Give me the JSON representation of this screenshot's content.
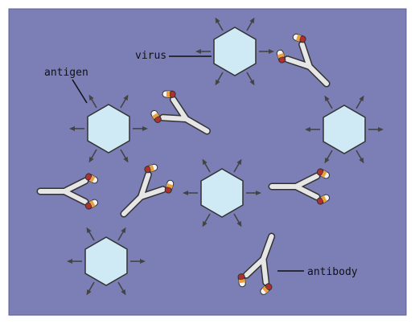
{
  "labels": {
    "virus": "virus",
    "antigen": "antigen",
    "antibody": "antibody"
  },
  "colors": {
    "frame": "#7b7fb6",
    "virus_fill": "#cfeaf4",
    "virus_stroke": "#333333",
    "antibody_fill": "#e6e6e6",
    "antibody_stroke": "#333333",
    "antigen_tip": "#444444",
    "receptor_red": "#b03030",
    "receptor_orange": "#e8a040",
    "receptor_white": "#f4f4f4"
  },
  "icons": {
    "virus": "hexagon",
    "antigen": "arrow-spike",
    "antibody": "y-shape"
  }
}
